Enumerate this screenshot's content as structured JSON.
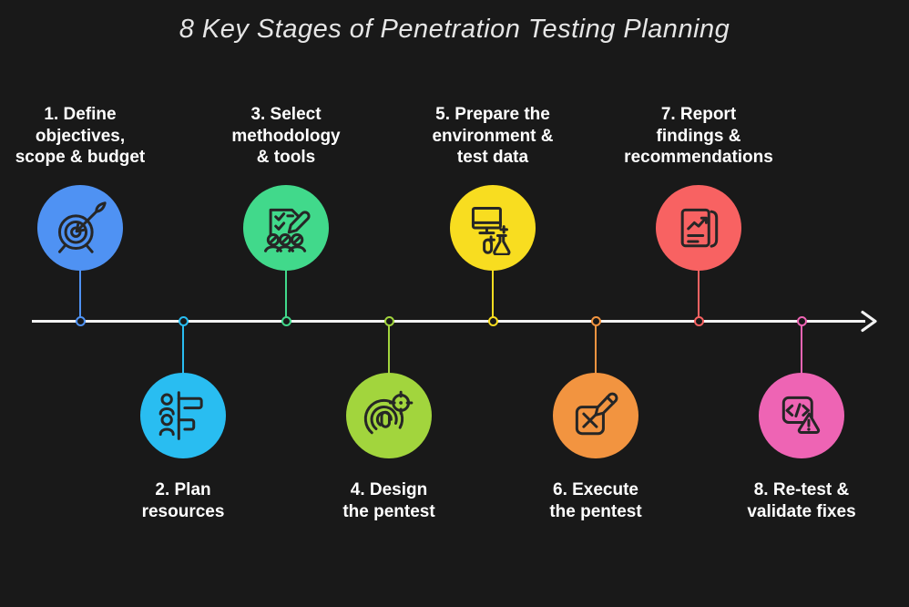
{
  "title": "8 Key Stages of Penetration Testing Planning",
  "colors": {
    "background": "#191919",
    "timeline": "#f2f2f2",
    "label_text": "#ffffff",
    "title_text": "#e6e6e6",
    "icon_stroke": "#262626"
  },
  "timeline": {
    "direction": "left-to-right",
    "arrow_end": "right"
  },
  "stages": [
    {
      "num": 1,
      "label": "1. Define\nobjectives,\nscope & budget",
      "color": "#4f92f3",
      "icon": "target-arrow",
      "position": "above"
    },
    {
      "num": 2,
      "label": "2. Plan\nresources",
      "color": "#29bdf1",
      "icon": "resource-allocation",
      "position": "below"
    },
    {
      "num": 3,
      "label": "3. Select\nmethodology\n& tools",
      "color": "#41d98b",
      "icon": "checklist-team",
      "position": "above"
    },
    {
      "num": 4,
      "label": "4. Design\nthe pentest",
      "color": "#a2d53d",
      "icon": "fingerprint-crosshair",
      "position": "below"
    },
    {
      "num": 5,
      "label": "5. Prepare the\nenvironment &\ntest data",
      "color": "#f8dd20",
      "icon": "monitor-lab",
      "position": "above"
    },
    {
      "num": 6,
      "label": "6. Execute\nthe pentest",
      "color": "#f29440",
      "icon": "checkbox-pencil",
      "position": "below"
    },
    {
      "num": 7,
      "label": "7. Report\nfindings &\nrecommendations",
      "color": "#f86262",
      "icon": "report-chart",
      "position": "above"
    },
    {
      "num": 8,
      "label": "8. Re-test &\nvalidate fixes",
      "color": "#ee64b4",
      "icon": "code-warning",
      "position": "below"
    }
  ]
}
